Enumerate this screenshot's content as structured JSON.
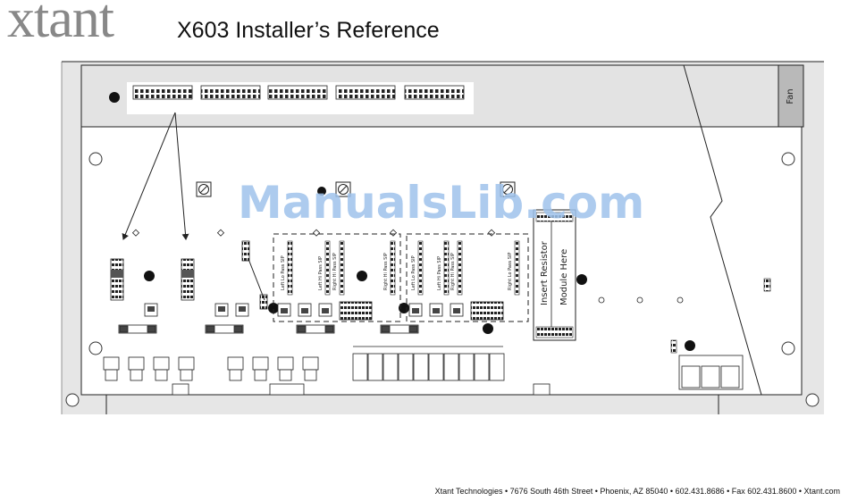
{
  "header": {
    "logo_text": "xtant",
    "title": "X603 Installer’s Reference"
  },
  "board": {
    "fan_label": "Fan",
    "resistor_label_line1": "Insert Resistor",
    "resistor_label_line2": "Module Here",
    "sip_labels": [
      "Left Lo Pass SIP",
      "Left Hi Pass SIP",
      "Right Hi Pass SIP",
      "Right Hi Pass SIP",
      "Left Lo Pass SIP",
      "Left Hi Pass SIP",
      "Right Hi Pass SIP",
      "Right Lo Pass SIP"
    ]
  },
  "watermark": "ManualsLib.com",
  "footer": "Xtant Technologies • 7676 South 46th Street • Phoenix, AZ 85040 • 602.431.8686 • Fax 602.431.8600 • Xtant.com",
  "colors": {
    "panel_gray": "#e6e6e6",
    "fan_gray": "#b9b9b9",
    "line": "#222222",
    "watermark": "#9fc3ec"
  }
}
